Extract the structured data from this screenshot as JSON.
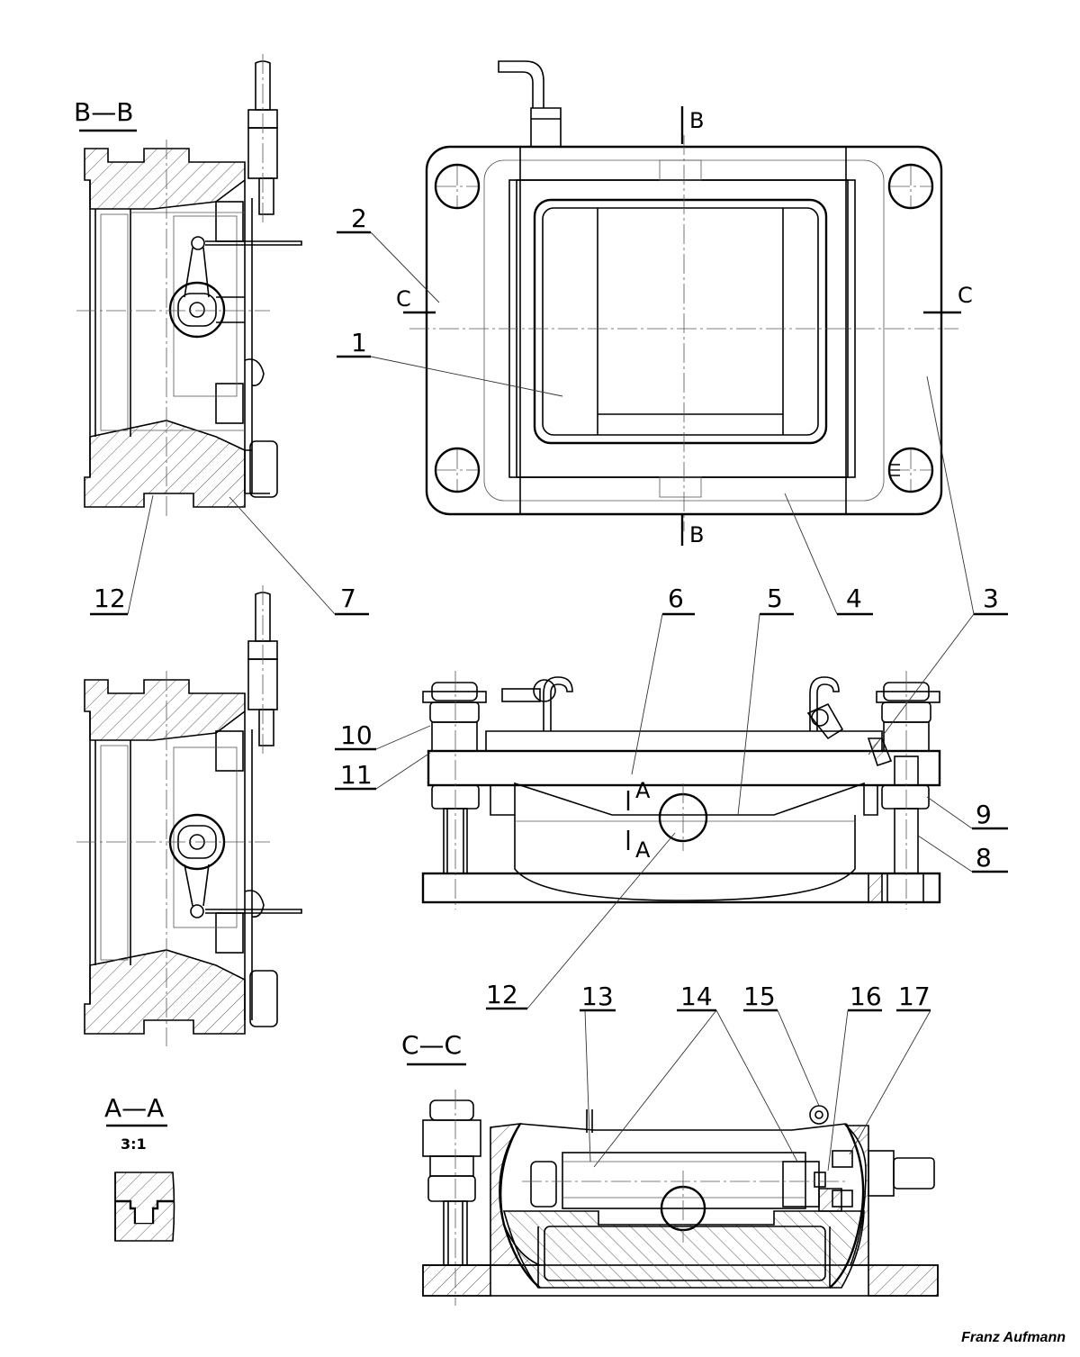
{
  "section_titles": {
    "bb": "B—B",
    "cc": "C—C",
    "aa": "A—A",
    "aa_scale": "3:1"
  },
  "cut_letters": {
    "b_top": "B",
    "b_bottom": "B",
    "c_left": "C",
    "c_right": "C",
    "a_top": "A",
    "a_bottom": "A"
  },
  "part_numbers": {
    "p1": "1",
    "p2": "2",
    "p3_top": "3",
    "p3_mid": "3",
    "p4": "4",
    "p5": "5",
    "p6": "6",
    "p7": "7",
    "p8": "8",
    "p9": "9",
    "p10": "10",
    "p11": "11",
    "p12_left": "12",
    "p12_mid": "12",
    "p13": "13",
    "p14": "14",
    "p15": "15",
    "p16": "16",
    "p17": "17"
  },
  "author": "Franz Aufmann"
}
